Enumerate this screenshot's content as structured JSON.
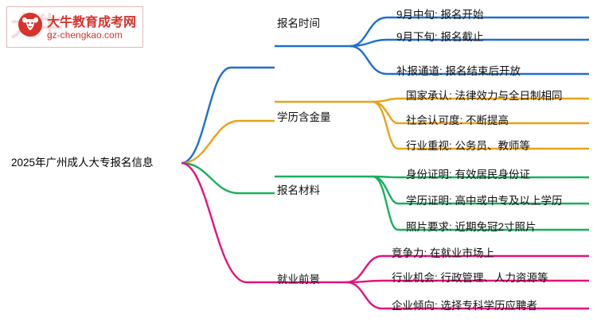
{
  "logo": {
    "watermark": "大牛",
    "brand": "大牛教育成考网",
    "site": "gz-chengkao.com",
    "bull_icon": "bull-head-icon",
    "accent": "#d9322c"
  },
  "mindmap": {
    "root": "2025年广州成人大专报名信息",
    "branches": [
      {
        "label": "报名时间",
        "color": "#1f6fd0",
        "children": [
          "9月中旬: 报名开始",
          "9月下旬: 报名截止",
          "补报通道: 报名结束后开放"
        ]
      },
      {
        "label": "学历含金量",
        "color": "#e8a317",
        "children": [
          "国家承认: 法律效力与全日制相同",
          "社会认可度: 不断提高",
          "行业重视: 公务员、教师等"
        ]
      },
      {
        "label": "报名材料",
        "color": "#15b15c",
        "children": [
          "身份证明: 有效居民身份证",
          "学历证明: 高中或中专及以上学历",
          "照片要求: 近期免冠2寸照片"
        ]
      },
      {
        "label": "就业前景",
        "color": "#e8117f",
        "children": [
          "竞争力: 在就业市场上",
          "行业机会: 行政管理、人力资源等",
          "企业倾向: 选择专科学历应聘者"
        ]
      }
    ]
  }
}
